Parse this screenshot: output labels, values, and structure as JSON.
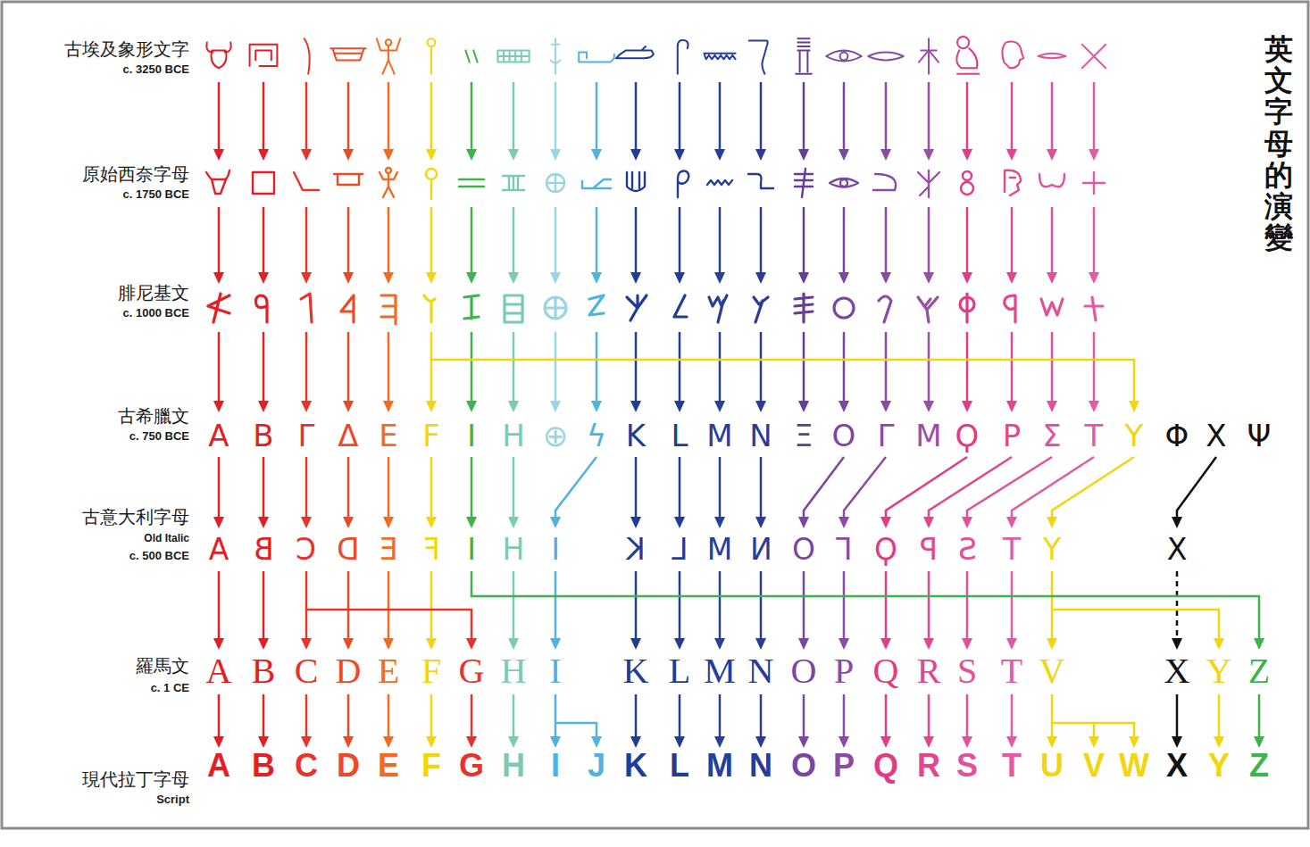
{
  "diagram": {
    "title": "英文字母的演變",
    "labels": [
      "古埃及象形文字",
      "c. 3250 BCE",
      "原始西奈字母",
      "c. 1750 BCE",
      "腓尼基文",
      "c. 1000 BCE",
      "古希臘文",
      "c. 750 BCE",
      "古意大利字母",
      "Old Italic",
      "c. 500 BCE",
      "羅馬文",
      "c. 1 CE",
      "現代拉丁字母",
      "Script",
      "A",
      "B",
      "Γ",
      "Δ",
      "E",
      "F",
      "I",
      "H",
      "⊕",
      "ϟ",
      "K",
      "L",
      "M",
      "N",
      "Ξ",
      "O",
      "Γ",
      "M",
      "Ϙ",
      "P",
      "Σ",
      "T",
      "Y",
      "Φ",
      "X",
      "Ψ",
      "A",
      "B",
      "C",
      "D",
      "E",
      "F",
      "I",
      "H",
      "I",
      "K",
      "L",
      "M",
      "N",
      "O",
      "Γ",
      "Ϙ",
      "P",
      "S",
      "T",
      "Y",
      "X",
      "A",
      "B",
      "C",
      "D",
      "E",
      "F",
      "G",
      "H",
      "I",
      "K",
      "L",
      "M",
      "N",
      "O",
      "P",
      "Q",
      "R",
      "S",
      "T",
      "V",
      "X",
      "Y",
      "Z",
      "A",
      "B",
      "C",
      "D",
      "E",
      "F",
      "G",
      "H",
      "I",
      "J",
      "K",
      "L",
      "M",
      "N",
      "O",
      "P",
      "Q",
      "R",
      "S",
      "T",
      "U",
      "V",
      "W",
      "X",
      "Y",
      "Z"
    ]
  }
}
